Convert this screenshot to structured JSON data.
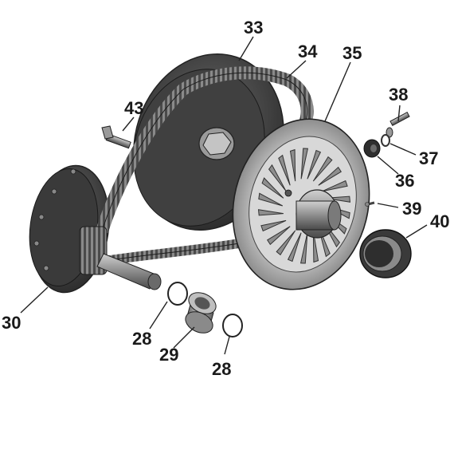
{
  "callouts": {
    "c28a": "28",
    "c28b": "28",
    "c29": "29",
    "c30": "30",
    "c33": "33",
    "c34": "34",
    "c35": "35",
    "c36": "36",
    "c37": "37",
    "c38": "38",
    "c39": "39",
    "c40": "40",
    "c43": "43"
  },
  "colors": {
    "part_dark": "#3b3b3b",
    "part_mid": "#7a7a7a",
    "part_light": "#c9c9c9",
    "background": "#ffffff"
  }
}
